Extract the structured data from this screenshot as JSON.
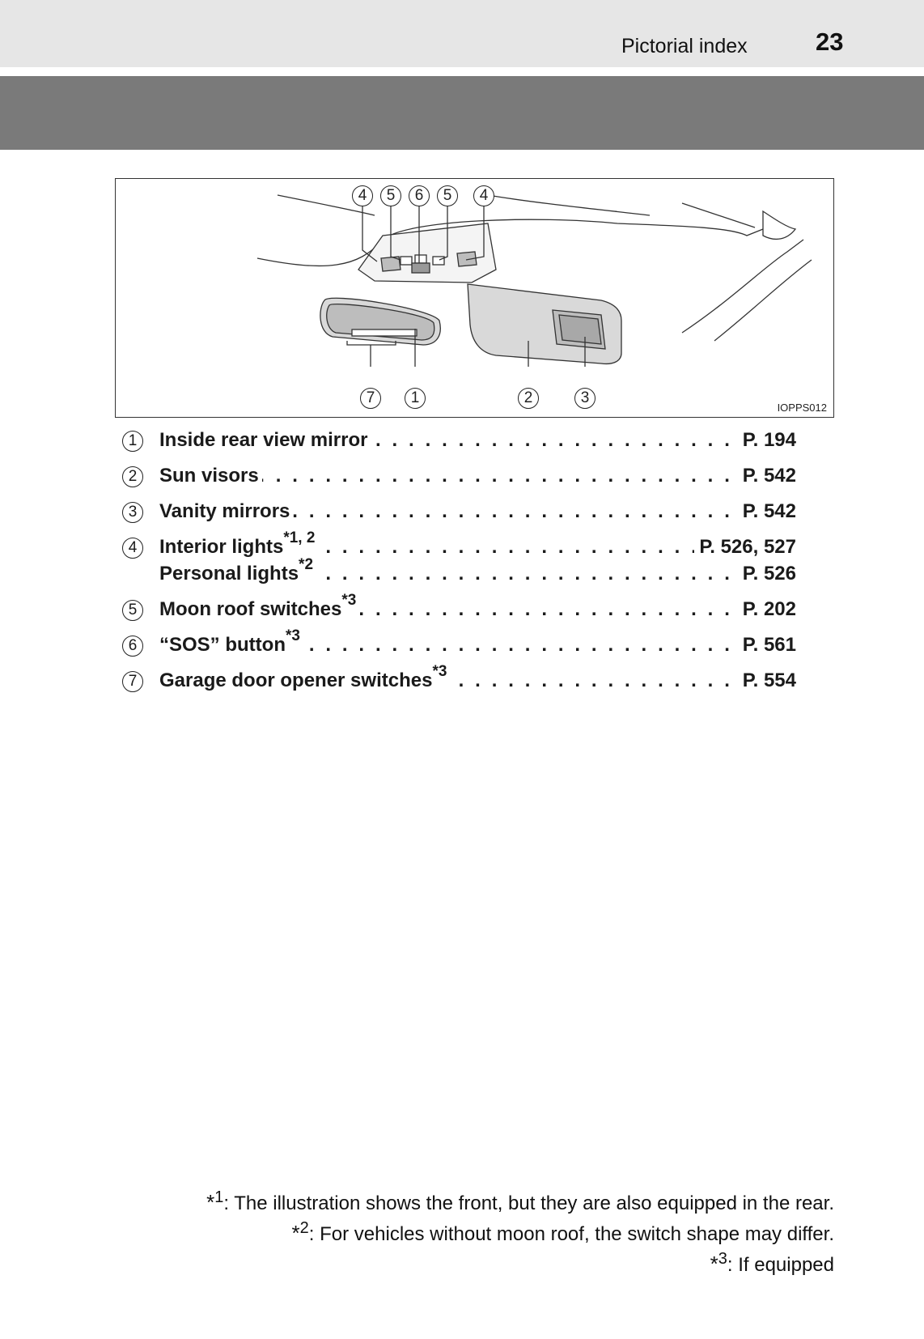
{
  "header": {
    "title": "Pictorial index",
    "page_number": "23"
  },
  "figure": {
    "code": "IOPPS012",
    "callouts_top": [
      "4",
      "5",
      "6",
      "5",
      "4"
    ],
    "callouts_bottom": [
      "7",
      "1",
      "2",
      "3"
    ]
  },
  "entries": [
    {
      "num": "1",
      "label": "Inside rear view mirror",
      "sup": "",
      "ref": "P. 194"
    },
    {
      "num": "2",
      "label": "Sun visors",
      "sup": "",
      "ref": "P. 542"
    },
    {
      "num": "3",
      "label": "Vanity mirrors",
      "sup": "",
      "ref": "P. 542"
    },
    {
      "num": "4",
      "label": "Interior lights",
      "sup": "*1, 2",
      "ref": "P. 526, 527"
    },
    {
      "num": "",
      "label": "Personal lights",
      "sup": "*2",
      "ref": "P. 526"
    },
    {
      "num": "5",
      "label": "Moon roof switches",
      "sup": "*3",
      "ref": "P. 202"
    },
    {
      "num": "6",
      "label": "“SOS” button",
      "sup": "*3",
      "ref": "P. 561"
    },
    {
      "num": "7",
      "label": "Garage door opener switches",
      "sup": "*3",
      "ref": "P. 554"
    }
  ],
  "leader_dots": ". . . . . . . . . . . . . . . . . . . . . . . . . . . . . . . . . . . . . . . . . . . . . . . . . . . . . . . . . . .",
  "footnotes": [
    {
      "mark": "1",
      "text": ": The illustration shows the front, but they are also equipped in the rear."
    },
    {
      "mark": "2",
      "text": ": For vehicles without moon roof, the switch shape may differ."
    },
    {
      "mark": "3",
      "text": ": If equipped"
    }
  ],
  "footnote_star": "*"
}
